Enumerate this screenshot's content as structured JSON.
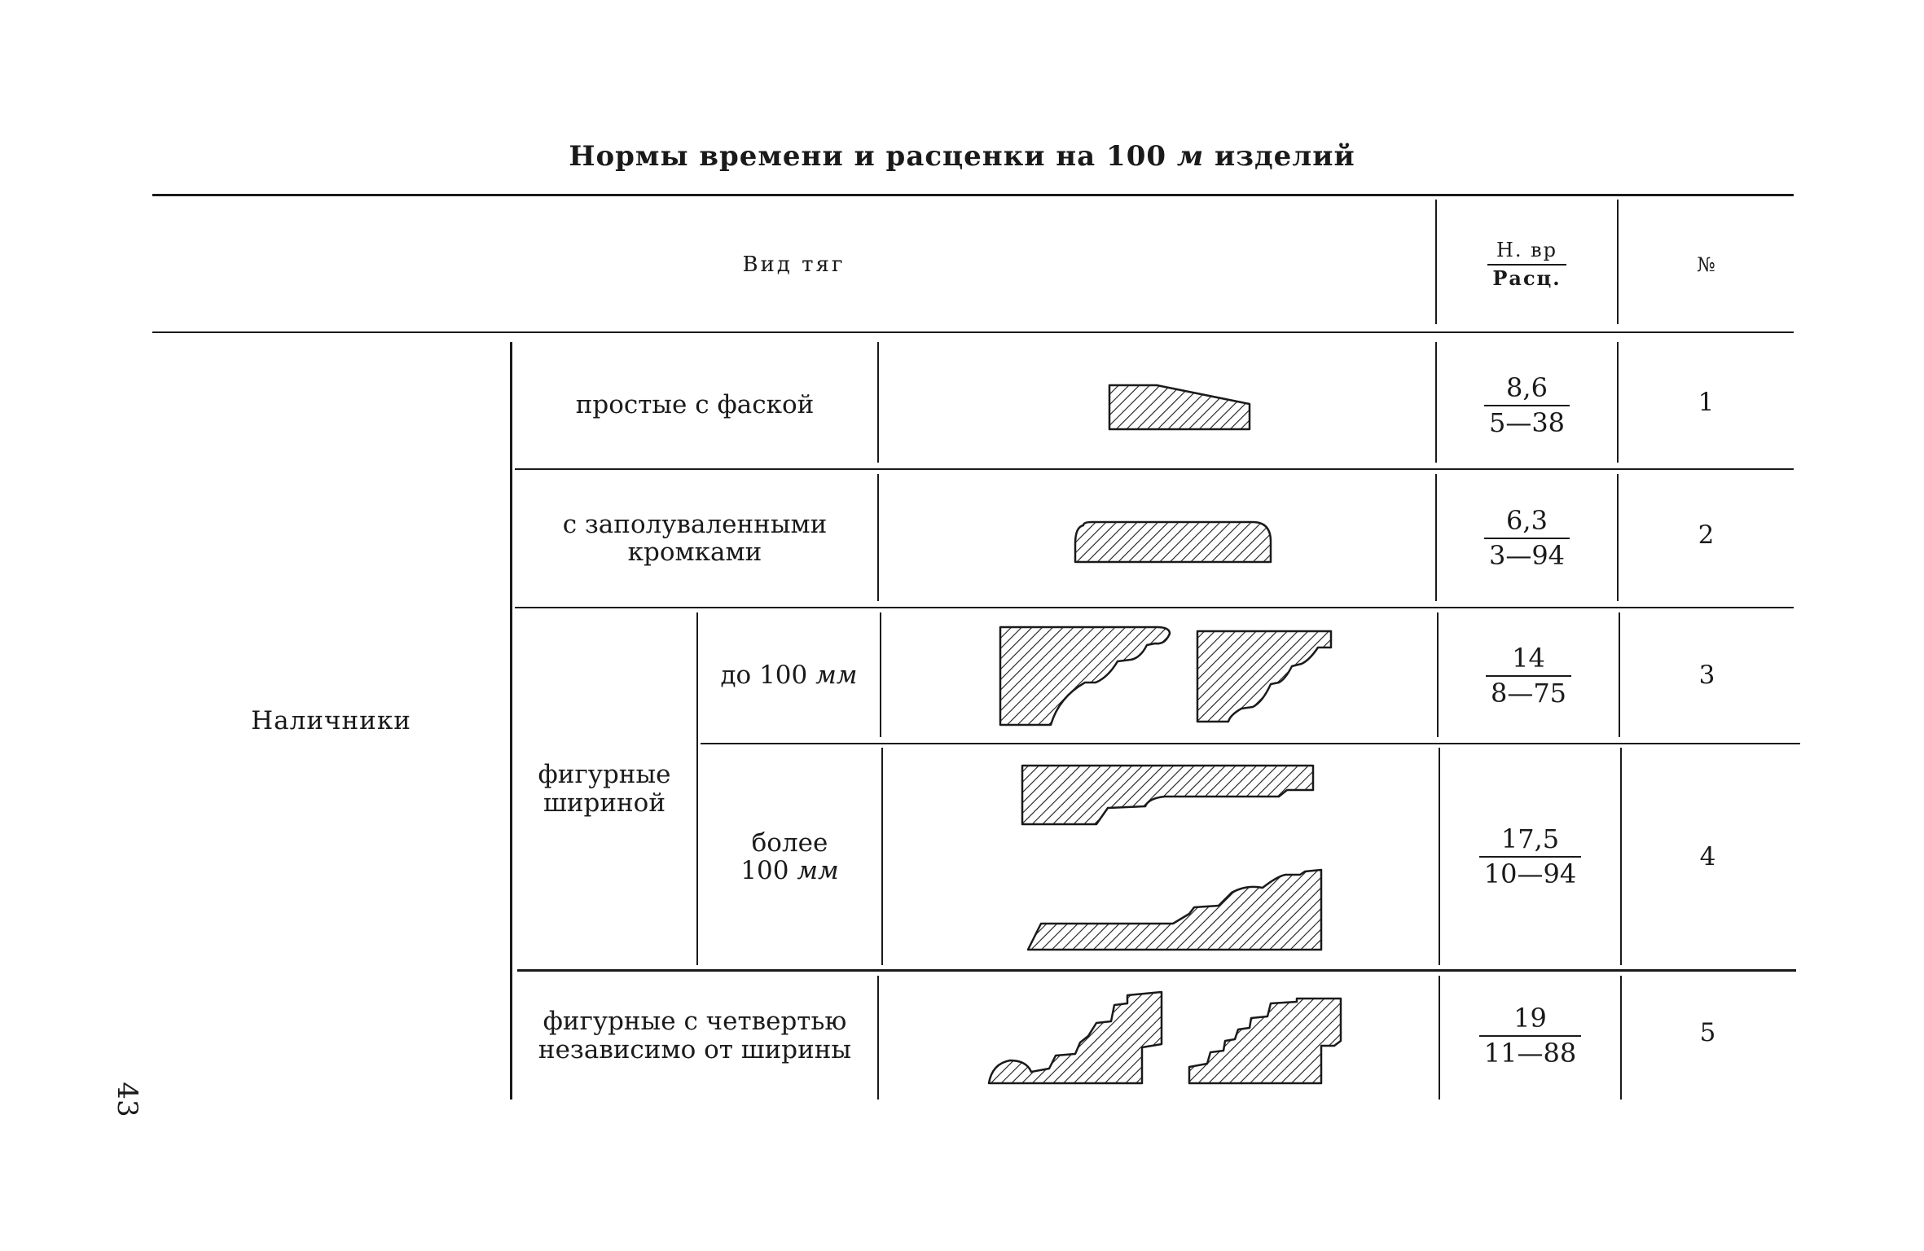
{
  "title": {
    "main": "Нормы времени и расценки на 100",
    "unit": "м",
    "tail": "изделий"
  },
  "header": {
    "kind": "Вид тяг",
    "norm_top": "Н. вр",
    "norm_bottom": "Расц.",
    "number": "№"
  },
  "group_label": "Наличники",
  "rows": [
    {
      "label": "простые с фаской",
      "norm": "8,6",
      "rate": "5—38",
      "num": "1"
    },
    {
      "label_line1": "с заполуваленными",
      "label_line2": "кромками",
      "norm": "6,3",
      "rate": "3—94",
      "num": "2"
    },
    {
      "sub_label_line1": "до 100",
      "sub_label_unit": "мм",
      "norm": "14",
      "rate": "8—75",
      "num": "3"
    },
    {
      "sub_label_line1": "более",
      "sub_label_line2": "100",
      "sub_label_unit": "мм",
      "norm": "17,5",
      "rate": "10—94",
      "num": "4"
    },
    {
      "label_line1": "фигурные с четвертью",
      "label_line2": "независимо от ширины",
      "norm": "19",
      "rate": "11—88",
      "num": "5"
    }
  ],
  "figured_label_line1": "фигурные",
  "figured_label_line2": "шириной",
  "page_number": "43"
}
